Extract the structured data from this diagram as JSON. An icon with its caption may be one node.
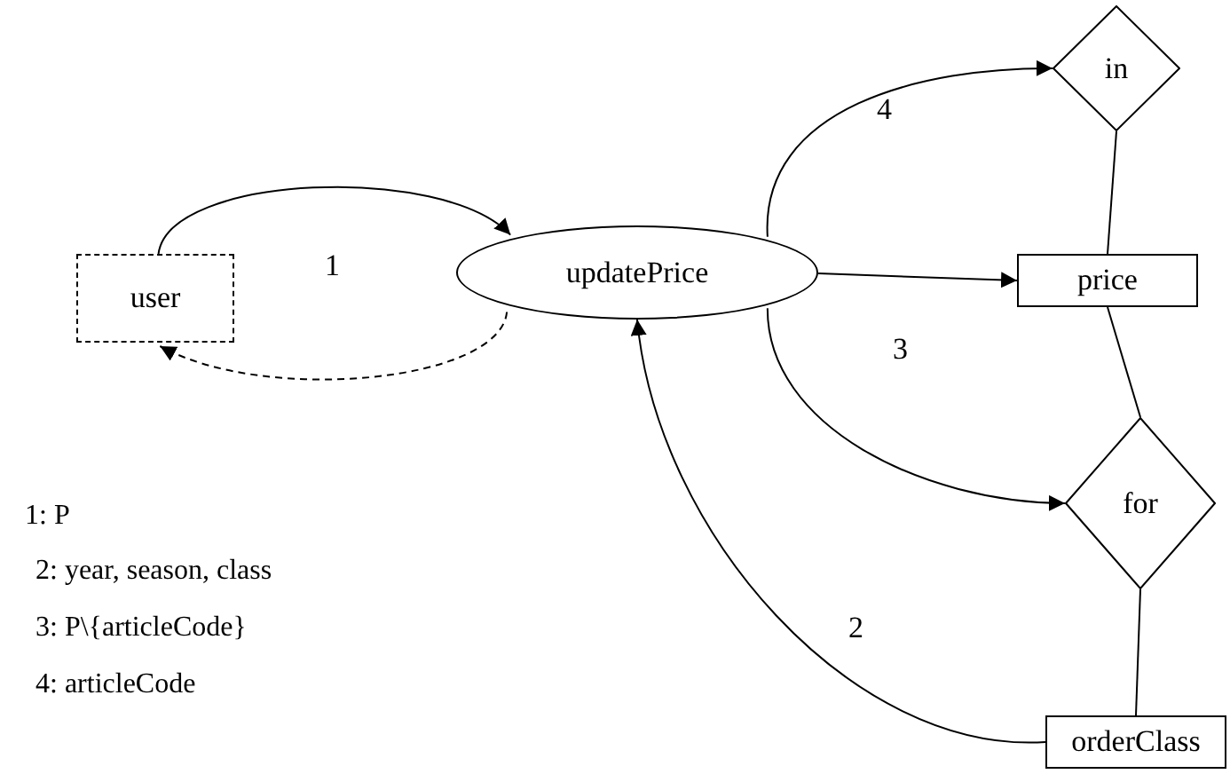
{
  "diagram": {
    "nodes": [
      {
        "text": [
          "user"
        ]
      },
      {
        "text": [
          "updatePrice"
        ]
      },
      {
        "text": [
          "in"
        ]
      },
      {
        "text": [
          "price"
        ]
      },
      {
        "text": [
          "for"
        ]
      },
      {
        "text": [
          "orderClass"
        ]
      }
    ],
    "edges": [
      {
        "from": 0,
        "to": 1,
        "arrow": "to",
        "label": "1"
      },
      {
        "from": 1,
        "to": 0,
        "arrow": "to",
        "style": "dashed"
      },
      {
        "from": 1,
        "to": 2,
        "arrow": "to",
        "label": "4"
      },
      {
        "from": 1,
        "to": 3,
        "arrow": "to"
      },
      {
        "from": 1,
        "to": 4,
        "arrow": "to",
        "label": "3"
      },
      {
        "from": 5,
        "to": 1,
        "arrow": "to",
        "label": "2"
      },
      {
        "from": 2,
        "to": 3,
        "arrow": "none"
      },
      {
        "from": 3,
        "to": 4,
        "arrow": "none"
      },
      {
        "from": 4,
        "to": 5,
        "arrow": "none"
      }
    ],
    "labels": [
      "1: P",
      "2: year, season, class",
      "3: P\\{articleCode}",
      "4: articleCode"
    ]
  }
}
